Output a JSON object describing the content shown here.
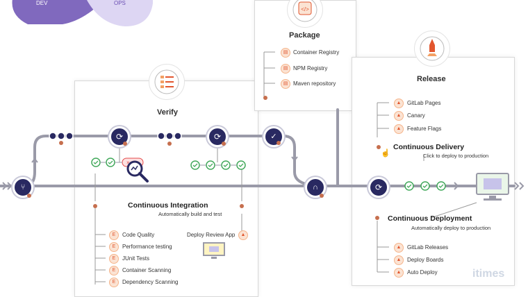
{
  "logo": {
    "left_label": "DEV",
    "right_label": "OPS"
  },
  "package": {
    "title": "Package",
    "items": [
      "Container Registry",
      "NPM Registry",
      "Maven repository"
    ]
  },
  "release": {
    "title": "Release",
    "items": [
      "GitLab Pages",
      "Canary",
      "Feature Flags"
    ],
    "delivery_title": "Continuous Delivery",
    "delivery_sub": "Click to deploy to production",
    "deployment_title": "Continuous Deployment",
    "deployment_sub": "Automatically deploy to production",
    "deploy_items": [
      "GitLab Releases",
      "Deploy Boards",
      "Auto Deploy"
    ]
  },
  "verify": {
    "title": "Verify",
    "ci_title": "Continuous Integration",
    "ci_sub": "Automatically build and test",
    "review_app": "Deploy Review App",
    "items": [
      "Code Quality",
      "Performance testing",
      "JUnit Tests",
      "Container Scanning",
      "Dependency Scanning"
    ]
  },
  "colors": {
    "node": "#292961",
    "accent": "#e2562e",
    "check": "#42a95b",
    "fail": "#e44b4b",
    "pipe": "#9a9aa8"
  },
  "watermark": "itimes"
}
